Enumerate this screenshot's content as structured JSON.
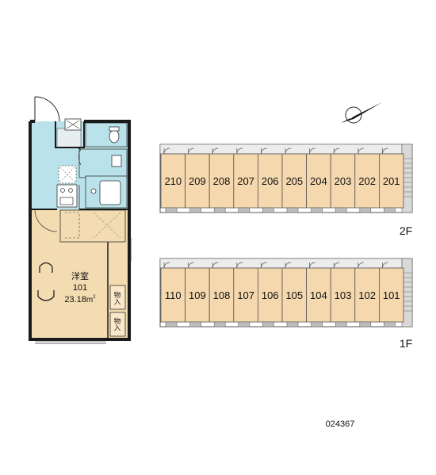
{
  "unit_plan": {
    "room_type": "洋室",
    "room_number": "101",
    "area_number": "23.18",
    "area_unit": "m",
    "area_exp": "2",
    "storage_labels": [
      "物入",
      "物入"
    ]
  },
  "building": {
    "floor2": {
      "label": "2F",
      "units": [
        "210",
        "209",
        "208",
        "207",
        "206",
        "205",
        "204",
        "203",
        "202",
        "201"
      ]
    },
    "floor1": {
      "label": "1F",
      "units": [
        "110",
        "109",
        "108",
        "107",
        "106",
        "105",
        "104",
        "103",
        "102",
        "101"
      ]
    }
  },
  "footer": {
    "property_code": "024367"
  },
  "colors": {
    "wall": "#1a1a1a",
    "wet_area": "#b9e2ea",
    "room_floor": "#f3dcb1",
    "unit_fill": "#f5d8ad",
    "walkway": "#bdbdbd",
    "stair": "#9a9a9a"
  }
}
